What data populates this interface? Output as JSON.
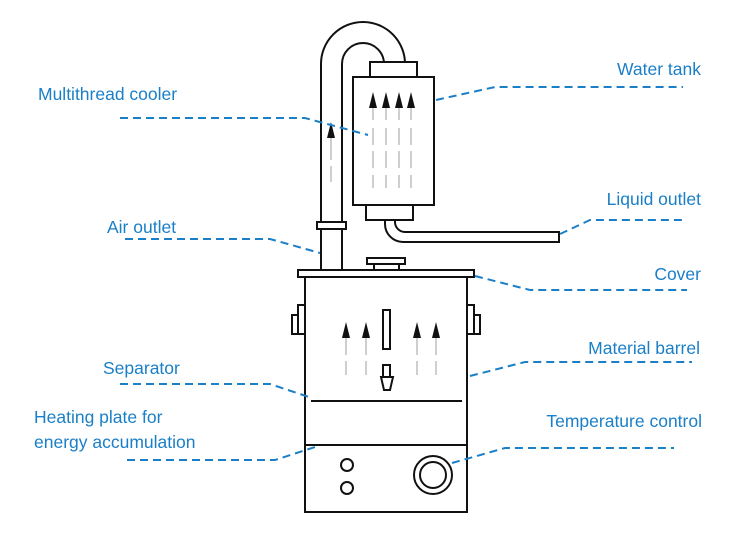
{
  "diagram": {
    "title": "Distillation apparatus schematic",
    "accent_color": "#1a7fc7",
    "labels": {
      "multithread_cooler": "Multithread cooler",
      "water_tank": "Water tank",
      "liquid_outlet": "Liquid outlet",
      "air_outlet": "Air outlet",
      "cover": "Cover",
      "material_barrel": "Material barrel",
      "separator": "Separator",
      "heating_plate_line1": "Heating plate for",
      "heating_plate_line2": "energy accumulation",
      "temperature_control": "Temperature control"
    },
    "icons": {
      "flow_arrow": "arrow-up-icon",
      "knob": "circle-knob-icon",
      "dial": "dial-icon"
    }
  }
}
